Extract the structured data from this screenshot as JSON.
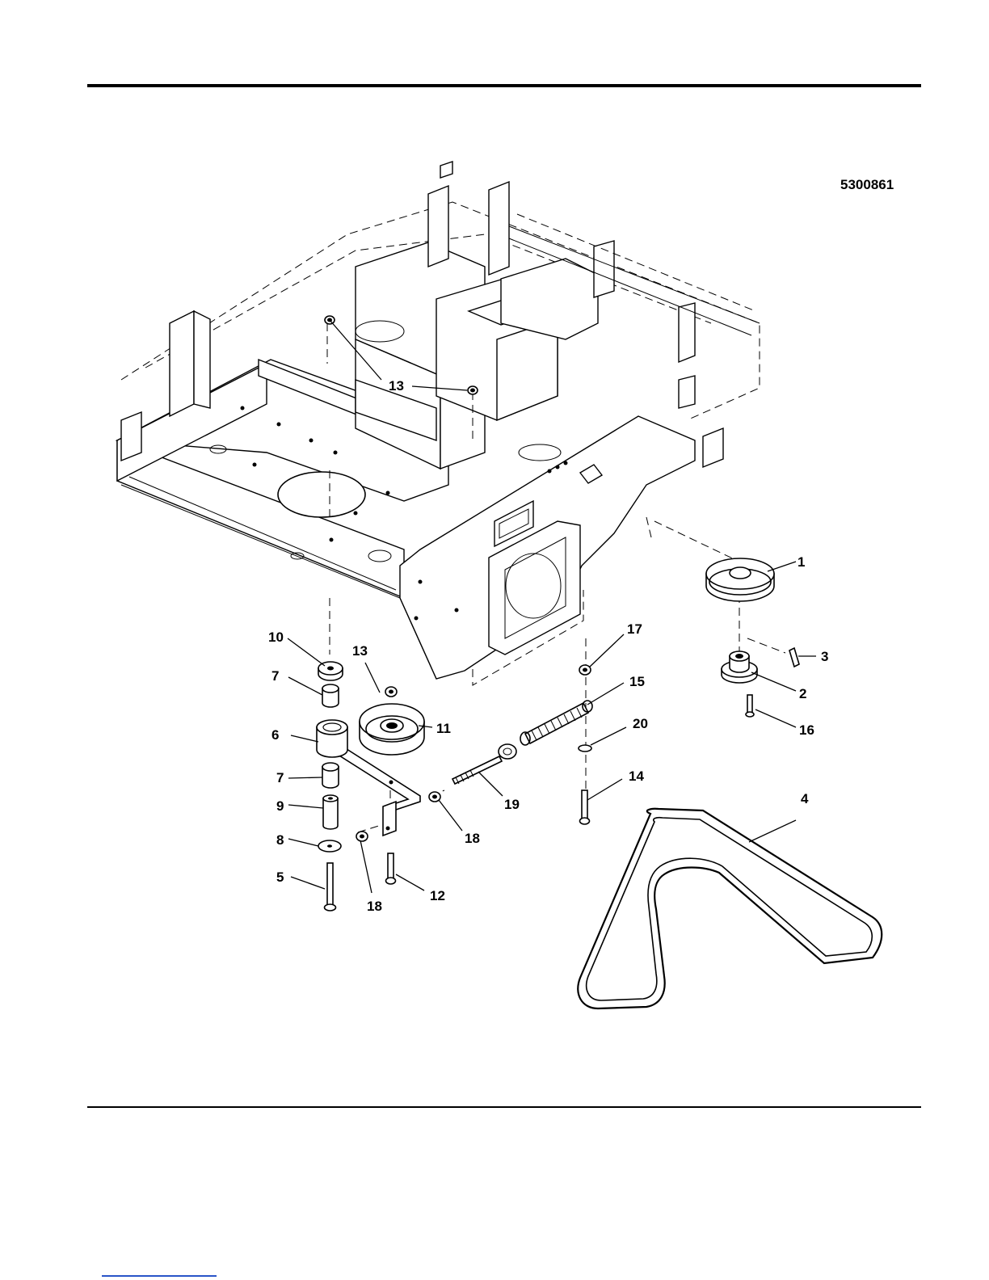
{
  "drawing": {
    "figure_number": "5300861",
    "callouts": [
      {
        "id": "c1",
        "label": "1"
      },
      {
        "id": "c2",
        "label": "2"
      },
      {
        "id": "c3",
        "label": "3"
      },
      {
        "id": "c4",
        "label": "4"
      },
      {
        "id": "c5",
        "label": "5"
      },
      {
        "id": "c6",
        "label": "6"
      },
      {
        "id": "c7a",
        "label": "7"
      },
      {
        "id": "c7b",
        "label": "7"
      },
      {
        "id": "c8",
        "label": "8"
      },
      {
        "id": "c9",
        "label": "9"
      },
      {
        "id": "c10",
        "label": "10"
      },
      {
        "id": "c11",
        "label": "11"
      },
      {
        "id": "c12",
        "label": "12"
      },
      {
        "id": "c13a",
        "label": "13"
      },
      {
        "id": "c13b",
        "label": "13"
      },
      {
        "id": "c14",
        "label": "14"
      },
      {
        "id": "c15",
        "label": "15"
      },
      {
        "id": "c16",
        "label": "16"
      },
      {
        "id": "c17",
        "label": "17"
      },
      {
        "id": "c18a",
        "label": "18"
      },
      {
        "id": "c18b",
        "label": "18"
      },
      {
        "id": "c19",
        "label": "19"
      },
      {
        "id": "c20",
        "label": "20"
      }
    ]
  }
}
